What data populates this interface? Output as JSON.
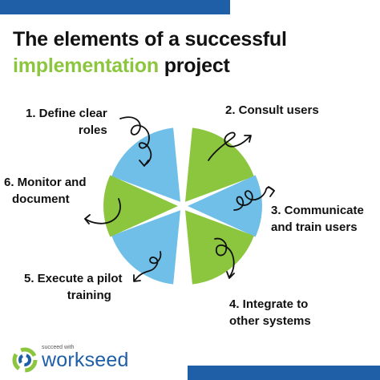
{
  "title": {
    "line1": "The elements of a successful",
    "highlight": "implementation",
    "rest": " project"
  },
  "steps": [
    {
      "line1": "1. Define clear",
      "line2": "roles"
    },
    {
      "line1": "2. Consult users",
      "line2": ""
    },
    {
      "line1": "3. Communicate",
      "line2": "and train users"
    },
    {
      "line1": "4. Integrate to",
      "line2": "other systems"
    },
    {
      "line1": "5. Execute a pilot",
      "line2": "training"
    },
    {
      "line1": "6. Monitor and",
      "line2": "document"
    }
  ],
  "logo": {
    "tagline": "succeed with",
    "wordmark": "workseed"
  },
  "colors": {
    "brand_blue": "#1f5fa8",
    "green": "#8cc63f",
    "light_blue": "#6fbfe8",
    "text": "#111111"
  }
}
